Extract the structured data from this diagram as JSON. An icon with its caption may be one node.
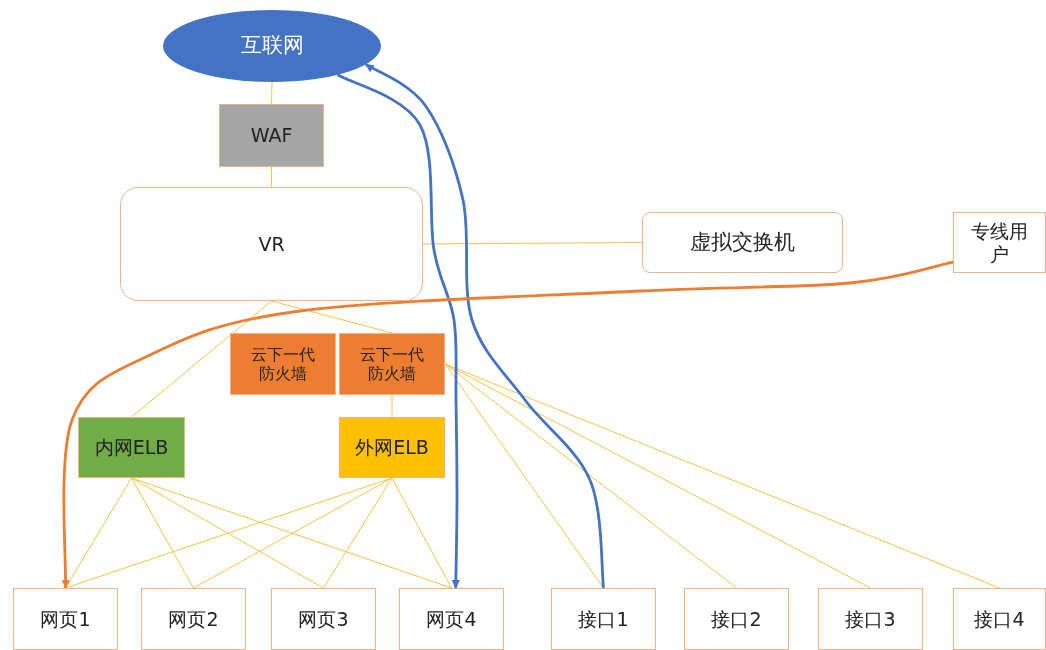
{
  "diagram": {
    "nodes": [
      {
        "text": [
          "互联网"
        ]
      },
      {
        "text": [
          "WAF"
        ]
      },
      {
        "text": [
          "VR"
        ]
      },
      {
        "text": [
          "虚拟交换机"
        ]
      },
      {
        "text": [
          "专线用户"
        ]
      },
      {
        "text": [
          "云下一代防火墙"
        ]
      },
      {
        "text": [
          "云下一代防火墙"
        ]
      },
      {
        "text": [
          "内网ELB"
        ]
      },
      {
        "text": [
          "外网ELB"
        ]
      },
      {
        "text": [
          "网页1"
        ]
      },
      {
        "text": [
          "网页2"
        ]
      },
      {
        "text": [
          "网页3"
        ]
      },
      {
        "text": [
          "网页4"
        ]
      },
      {
        "text": [
          "接口1"
        ]
      },
      {
        "text": [
          "接口2"
        ]
      },
      {
        "text": [
          "接口3"
        ]
      },
      {
        "text": [
          "接口4"
        ]
      }
    ],
    "edges": [
      {
        "from": 0,
        "to": 1,
        "arrow": "none"
      },
      {
        "from": 1,
        "to": 2,
        "arrow": "none"
      },
      {
        "from": 2,
        "to": 3,
        "arrow": "none"
      },
      {
        "from": 2,
        "to": 7,
        "arrow": "none"
      },
      {
        "from": 2,
        "to": 6,
        "arrow": "none"
      },
      {
        "from": 6,
        "to": 8,
        "arrow": "none"
      },
      {
        "from": 7,
        "to": 9,
        "arrow": "none"
      },
      {
        "from": 7,
        "to": 10,
        "arrow": "none"
      },
      {
        "from": 7,
        "to": 11,
        "arrow": "none"
      },
      {
        "from": 7,
        "to": 12,
        "arrow": "none"
      },
      {
        "from": 8,
        "to": 9,
        "arrow": "none"
      },
      {
        "from": 8,
        "to": 10,
        "arrow": "none"
      },
      {
        "from": 8,
        "to": 11,
        "arrow": "none"
      },
      {
        "from": 8,
        "to": 12,
        "arrow": "none"
      },
      {
        "from": 6,
        "to": 13,
        "arrow": "none"
      },
      {
        "from": 6,
        "to": 14,
        "arrow": "none"
      },
      {
        "from": 6,
        "to": 15,
        "arrow": "none"
      },
      {
        "from": 6,
        "to": 16,
        "arrow": "none"
      },
      {
        "from": 0,
        "to": 12,
        "arrow": "to",
        "style": "thick",
        "color": "#4472c4"
      },
      {
        "from": 13,
        "to": 0,
        "arrow": "to",
        "style": "thick",
        "color": "#4472c4"
      },
      {
        "from": 4,
        "to": 9,
        "arrow": "to",
        "style": "thick",
        "color": "#ed7d31"
      }
    ]
  }
}
